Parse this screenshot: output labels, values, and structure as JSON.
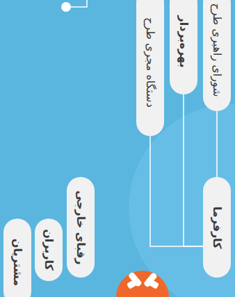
{
  "diagram": {
    "nodes": [
      {
        "text": [
          "شورای راهبری طرح"
        ]
      },
      {
        "text": [
          "بهره‌بردار"
        ]
      },
      {
        "text": [
          "دستگاه مجری طرح"
        ]
      },
      {
        "text": [
          "کارفرما"
        ]
      },
      {
        "text": [
          "رقبای خارجی"
        ]
      },
      {
        "text": [
          "کاربران"
        ]
      },
      {
        "text": [
          "مشتریان"
        ]
      }
    ],
    "edges": [
      {
        "from": 0,
        "to": 3,
        "arrow": "none"
      },
      {
        "from": 1,
        "to": 3,
        "arrow": "none"
      },
      {
        "from": 2,
        "to": 3,
        "arrow": "none"
      }
    ]
  }
}
